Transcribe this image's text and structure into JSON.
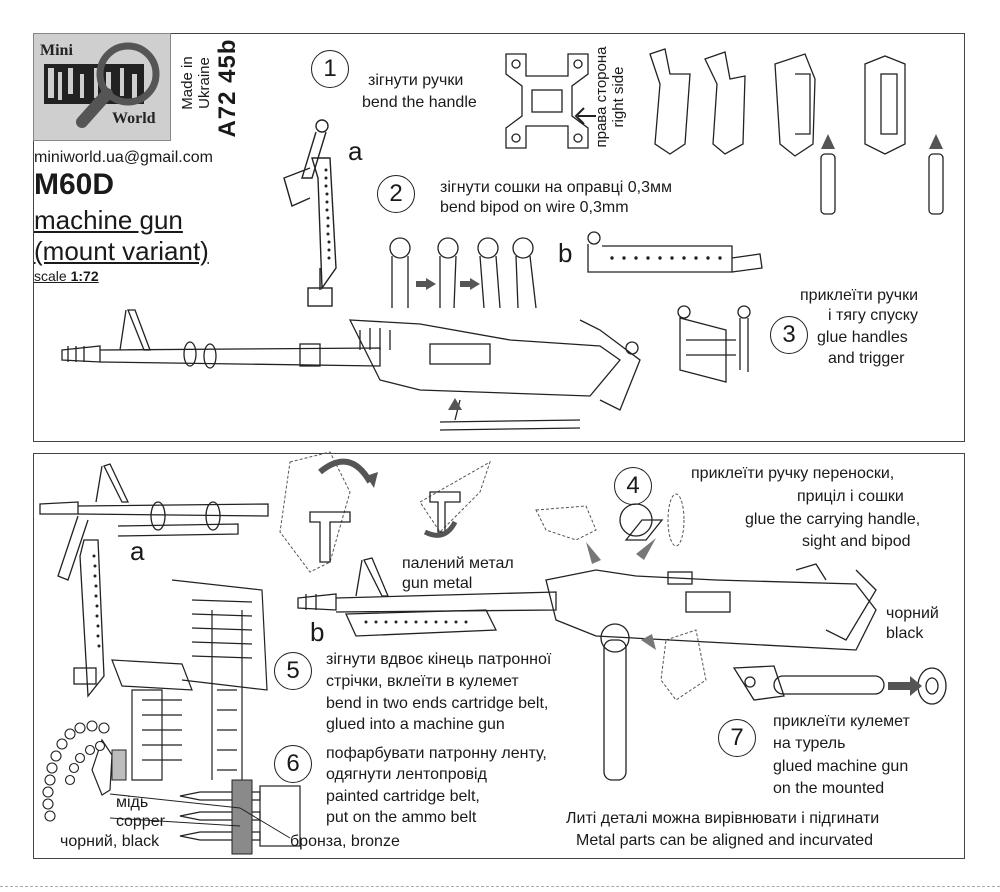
{
  "logo": {
    "line1": "Mini",
    "line2": "World"
  },
  "made_in": {
    "line1": "Made in",
    "line2": "Ukraine"
  },
  "code": "A72 45b",
  "email": "miniworld.ua@gmail.com",
  "title": "M60D",
  "subtitle1": "machine gun",
  "subtitle2": "(mount variant)",
  "scale_label": "scale",
  "scale_value": "1:72",
  "labels": {
    "a1": "a",
    "b1": "b",
    "a2": "a",
    "b2": "b"
  },
  "steps": {
    "s1": {
      "num": "1",
      "ua": "зігнути ручки",
      "en": "bend the handle",
      "side_ua": "права сторона",
      "side_en": "right side"
    },
    "s2": {
      "num": "2",
      "ua": "зігнути сошки на оправці 0,3мм",
      "en": "bend bipod on wire 0,3mm"
    },
    "s3": {
      "num": "3",
      "ua1": "приклеїти ручки",
      "ua2": "і тягу спуску",
      "en1": "glue handles",
      "en2": "and trigger"
    },
    "s4": {
      "num": "4",
      "ua1": "приклеїти ручку переноски,",
      "ua2": "приціл і сошки",
      "en1": "glue the carrying handle,",
      "en2": "sight and bipod"
    },
    "s5": {
      "num": "5",
      "ua1": "зігнути вдвоє кінець патронної",
      "ua2": "стрічки, вклеїти в кулемет",
      "en1": "bend in two ends cartridge belt,",
      "en2": "glued into a machine gun"
    },
    "s6": {
      "num": "6",
      "ua1": "пофарбувати патронну ленту,",
      "ua2": "одягнути лентопровід",
      "en1": "painted cartridge belt,",
      "en2": "put on the ammo belt"
    },
    "s7": {
      "num": "7",
      "ua1": "приклеїти кулемет",
      "ua2": "на турель",
      "en1": "glued machine gun",
      "en2": "on the mounted"
    }
  },
  "colors_text": {
    "gunmetal_ua": "палений метал",
    "gunmetal_en": "gun metal",
    "black_ua": "чорний",
    "black_en": "black",
    "copper_ua": "мідь",
    "copper_en": "copper",
    "black_combo": "чорний, black",
    "bronze": "бронза, bronze"
  },
  "note": {
    "ua": "Литі деталі можна вирівнювати і підгинати",
    "en": "Metal parts can be aligned and incurvated"
  }
}
